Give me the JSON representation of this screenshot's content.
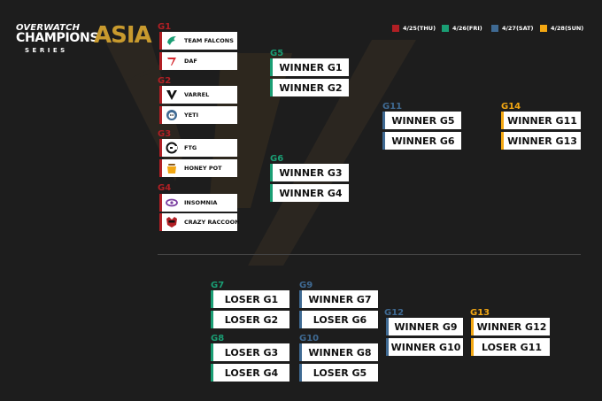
{
  "logo": {
    "line1": "OVERWATCH",
    "line2": "CHAMPIONS",
    "line3": "SERIES",
    "region": "ASIA"
  },
  "colors": {
    "red": "#b11f24",
    "green": "#1a9e74",
    "blue": "#3f6a93",
    "orange": "#f3a712"
  },
  "legend": [
    {
      "label": "4/25(THU)",
      "color": "#b11f24"
    },
    {
      "label": "4/26(FRI)",
      "color": "#1a9e74"
    },
    {
      "label": "4/27(SAT)",
      "color": "#3f6a93"
    },
    {
      "label": "4/28(SUN)",
      "color": "#f3a712"
    }
  ],
  "round1": [
    {
      "game": "G1",
      "teams": [
        {
          "name": "TEAM FALCONS",
          "icon": "falcon-icon"
        },
        {
          "name": "DAF",
          "icon": "daf-icon"
        }
      ]
    },
    {
      "game": "G2",
      "teams": [
        {
          "name": "VARREL",
          "icon": "varrel-icon"
        },
        {
          "name": "YETI",
          "icon": "yeti-icon"
        }
      ]
    },
    {
      "game": "G3",
      "teams": [
        {
          "name": "FTG",
          "icon": "ftg-icon"
        },
        {
          "name": "HONEY POT",
          "icon": "honeypot-icon"
        }
      ]
    },
    {
      "game": "G4",
      "teams": [
        {
          "name": "INSOMNIA",
          "icon": "insomnia-icon"
        },
        {
          "name": "CRAZY RACCOON",
          "icon": "raccoon-icon"
        }
      ]
    }
  ],
  "winners": {
    "g5": {
      "game": "G5",
      "slots": [
        "WINNER G1",
        "WINNER G2"
      ]
    },
    "g6": {
      "game": "G6",
      "slots": [
        "WINNER G3",
        "WINNER G4"
      ]
    },
    "g11": {
      "game": "G11",
      "slots": [
        "WINNER G5",
        "WINNER G6"
      ]
    },
    "g14": {
      "game": "G14",
      "slots": [
        "WINNER G11",
        "WINNER G13"
      ]
    }
  },
  "losers": {
    "g7": {
      "game": "G7",
      "slots": [
        "LOSER G1",
        "LOSER G2"
      ]
    },
    "g8": {
      "game": "G8",
      "slots": [
        "LOSER G3",
        "LOSER G4"
      ]
    },
    "g9": {
      "game": "G9",
      "slots": [
        "WINNER G7",
        "LOSER G6"
      ]
    },
    "g10": {
      "game": "G10",
      "slots": [
        "WINNER G8",
        "LOSER G5"
      ]
    },
    "g12": {
      "game": "G12",
      "slots": [
        "WINNER G9",
        "WINNER G10"
      ]
    },
    "g13": {
      "game": "G13",
      "slots": [
        "WINNER G12",
        "LOSER G11"
      ]
    }
  }
}
